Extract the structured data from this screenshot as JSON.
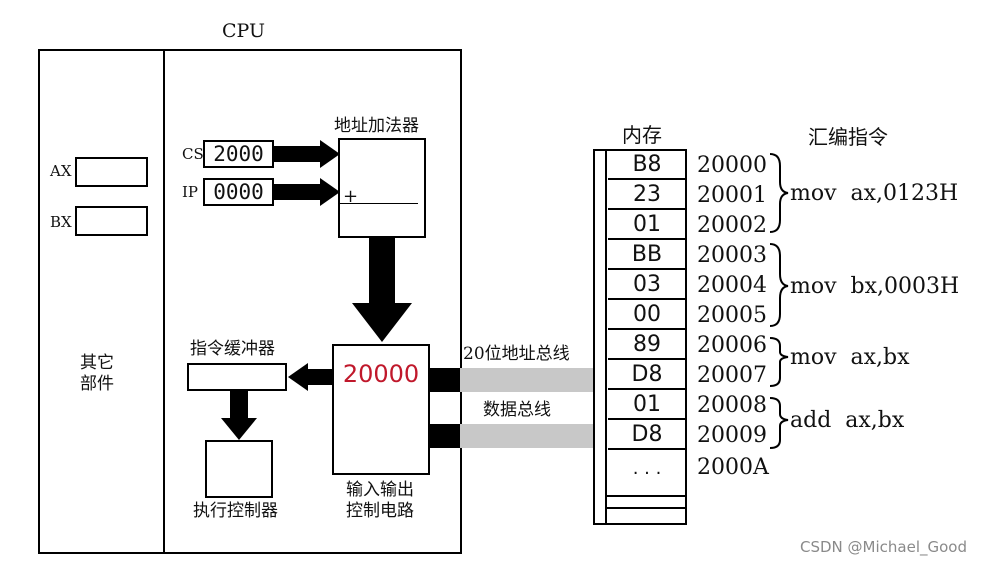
{
  "cpu": {
    "title": "CPU",
    "registers": {
      "ax": "AX",
      "bx": "BX"
    },
    "other_parts": "其它\n部件",
    "cs_label": "CS",
    "cs_value": "2000",
    "ip_label": "IP",
    "ip_value": "0000",
    "adder_title": "地址加法器",
    "adder_plus": "+",
    "io_value": "20000",
    "io_label": "输入输出\n控制电路",
    "buffer_label": "指令缓冲器",
    "exec_label": "执行控制器"
  },
  "buses": {
    "address": "20位地址总线",
    "data": "数据总线"
  },
  "memory": {
    "title": "内存",
    "cells": [
      "B8",
      "23",
      "01",
      "BB",
      "03",
      "00",
      "89",
      "D8",
      "01",
      "D8",
      ". . ."
    ],
    "addresses": [
      "20000",
      "20001",
      "20002",
      "20003",
      "20004",
      "20005",
      "20006",
      "20007",
      "20008",
      "20009",
      "2000A"
    ]
  },
  "assembly": {
    "title": "汇编指令",
    "instructions": [
      "mov  ax,0123H",
      "mov  bx,0003H",
      "mov  ax,bx",
      "add  ax,bx"
    ]
  },
  "watermark": "CSDN @Michael_Good",
  "colors": {
    "io_value": "#c0182b",
    "bus_fill": "#c8c8c8"
  }
}
